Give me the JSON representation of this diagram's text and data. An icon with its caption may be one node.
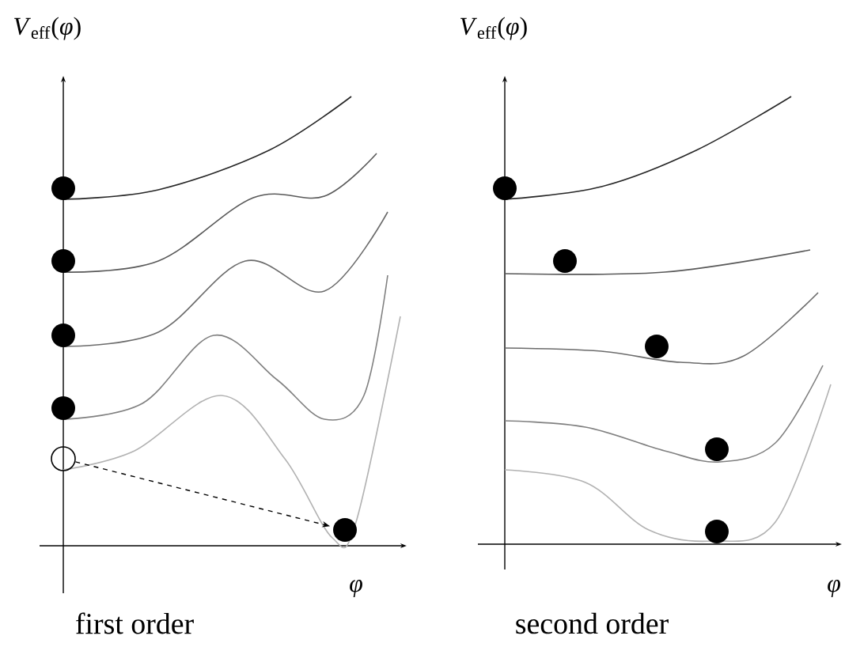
{
  "diagram": {
    "nodes": [
      {
        "text": [],
        "shape": "circle"
      },
      {
        "text": [],
        "shape": "circle"
      },
      {
        "text": [],
        "shape": "circle"
      },
      {
        "text": [],
        "shape": "circle"
      },
      {
        "text": [],
        "shape": "circle"
      },
      {
        "text": [],
        "shape": "circle"
      },
      {
        "text": [],
        "shape": "circle"
      },
      {
        "text": [],
        "shape": "circle"
      },
      {
        "text": [],
        "shape": "circle"
      },
      {
        "text": [],
        "shape": "circle"
      },
      {
        "text": [],
        "shape": "circle"
      }
    ],
    "edges": [
      {
        "from": 4,
        "to": 5,
        "arrow": "to",
        "style": "dashed"
      }
    ],
    "labels": [
      "*V*$_{eff}$(*φ*)",
      "*φ*",
      "first order",
      "*V*$_{eff}$(*φ*)",
      "*φ*",
      "second order"
    ]
  }
}
